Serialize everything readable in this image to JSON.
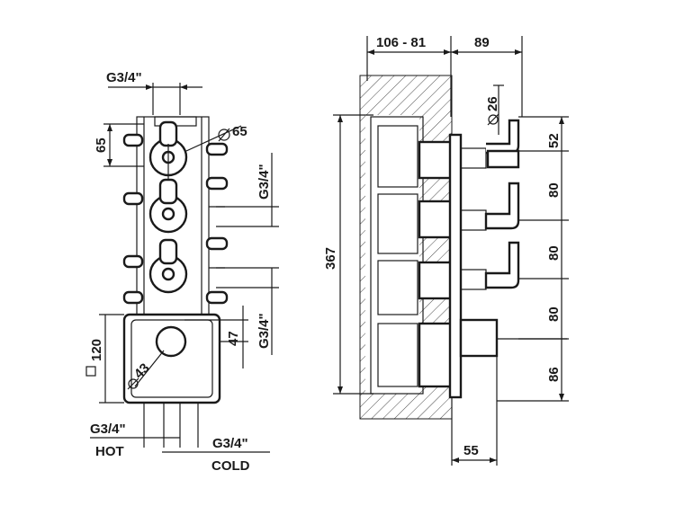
{
  "front_view": {
    "top_connection": "G3/4\"",
    "cartridge_spacing": "65",
    "handle_diameter": "65",
    "side_connection_upper": "G3/4\"",
    "side_connection_lower": "G3/4\"",
    "thermostat_offset": "47",
    "thermostat_diameter": "43",
    "box_size": "120",
    "hot_connection": "G3/4\"",
    "hot_label": "HOT",
    "cold_connection": "G3/4\"",
    "cold_label": "COLD"
  },
  "side_view": {
    "wall_depth": "106 - 81",
    "projection": "89",
    "lever_diameter": "26",
    "total_height": "367",
    "top_offset": "52",
    "spacing_1": "80",
    "spacing_2": "80",
    "spacing_3": "80",
    "bottom_offset": "86",
    "knob_depth": "55"
  }
}
